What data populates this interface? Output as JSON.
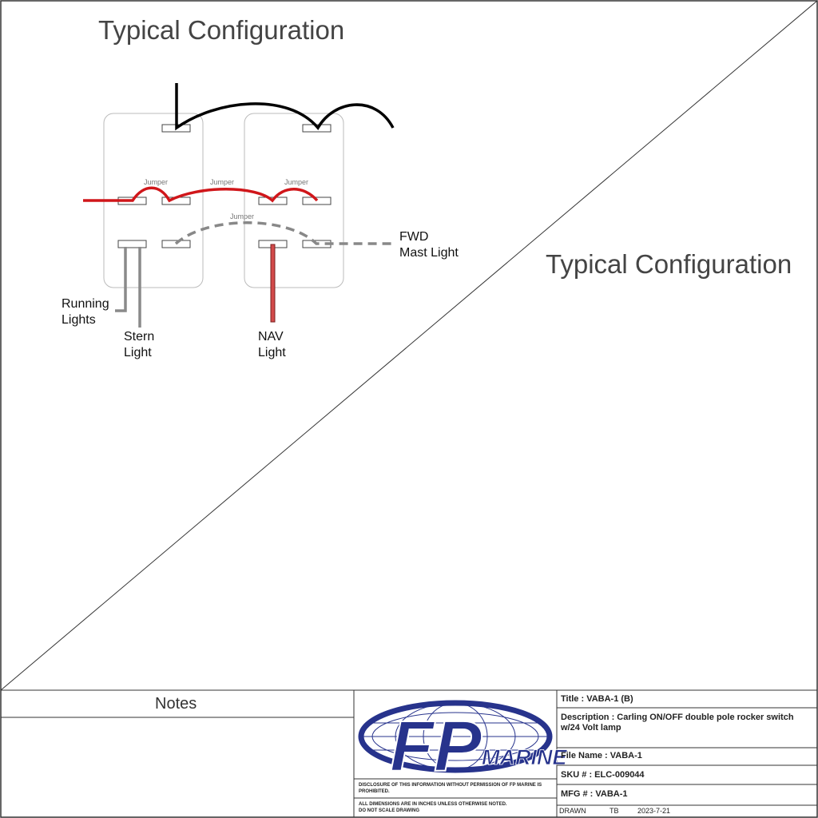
{
  "headings": {
    "left": "Typical Configuration",
    "right": "Typical Configuration"
  },
  "diagram": {
    "jumpers": [
      "Jumper",
      "Jumper",
      "Jumper",
      "Jumper"
    ],
    "labels": {
      "running_lights": [
        "Running",
        "Lights"
      ],
      "stern_light": [
        "Stern",
        "Light"
      ],
      "nav_light": [
        "NAV",
        "Light"
      ],
      "fwd_mast_light": [
        "FWD",
        "Mast Light"
      ]
    },
    "colors": {
      "power": "#000000",
      "jumper_red": "#d0161a",
      "dashed_gray": "#888888",
      "wire_gray": "#8a8a8a",
      "nav_wire": "#b83a3a"
    }
  },
  "title_block": {
    "notes_title": "Notes",
    "logo": {
      "text_fp": "FP",
      "text_marine": "MARINE",
      "color": "#27338c"
    },
    "disclosure": "DISCLOSURE OF THIS INFORMATION WITHOUT PERMISSION OF FP MARINE IS PROHIBITED.",
    "dimensions_line1": "ALL DIMENSIONS ARE IN INCHES UNLESS OTHERWISE NOTED.",
    "dimensions_line2": "DO NOT SCALE DRAWING",
    "title": "Title : VABA-1 (B)",
    "description": "Description : Carling ON/OFF double pole rocker switch w/24 Volt lamp",
    "file_name": "File Name : VABA-1",
    "sku": "SKU # : ELC-009044",
    "mfg": "MFG # : VABA-1",
    "drawn_label": "DRAWN",
    "drawn_by": "TB",
    "drawn_date": "2023-7-21"
  }
}
